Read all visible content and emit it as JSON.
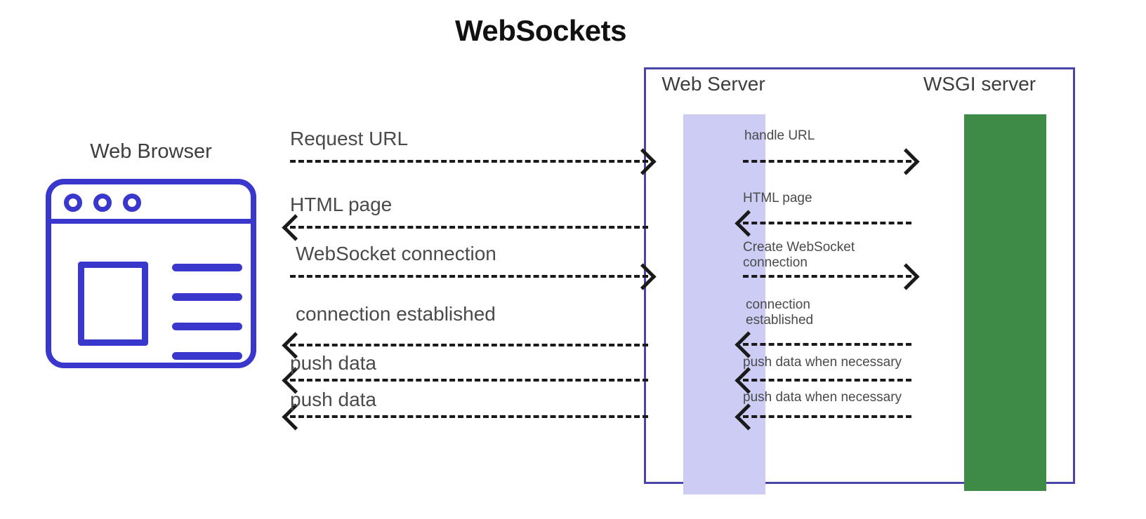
{
  "title": "WebSockets",
  "colors": {
    "browser_blue": "#3a38cc",
    "panel_border": "#4a45a8",
    "web_server_bar": "#ccccf5",
    "wsgi_server_bar": "#3d8b46",
    "label_text": "#4a4a4a",
    "background": "#ffffff"
  },
  "browser": {
    "caption": "Web Browser"
  },
  "server_panel": {
    "web_server_caption": "Web Server",
    "wsgi_server_caption": "WSGI server"
  },
  "left_flows": [
    {
      "label": "Request URL",
      "direction": "right"
    },
    {
      "label": "HTML page",
      "direction": "left"
    },
    {
      "label": "WebSocket connection",
      "direction": "right"
    },
    {
      "label": "connection established",
      "direction": "left"
    },
    {
      "label": "push data",
      "direction": "left"
    },
    {
      "label": "push data",
      "direction": "left"
    }
  ],
  "right_flows": [
    {
      "label": "handle URL",
      "direction": "right"
    },
    {
      "label": "HTML page",
      "direction": "left"
    },
    {
      "label": "Create WebSocket\nconnection",
      "direction": "right"
    },
    {
      "label": "connection\nestablished",
      "direction": "left"
    },
    {
      "label": "push data when necessary",
      "direction": "left"
    },
    {
      "label": "push data when necessary",
      "direction": "left"
    }
  ]
}
